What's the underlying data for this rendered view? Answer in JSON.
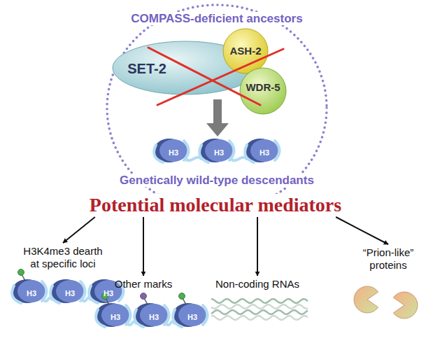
{
  "diagram": {
    "nodes": [
      {
        "text": [
          "COMPASS-deficient ancestors",
          "Genetically wild-type descendants"
        ]
      },
      {
        "text": [
          "SET-2"
        ],
        "in": 0
      },
      {
        "text": [
          "ASH-2"
        ],
        "in": 0
      },
      {
        "text": [
          "WDR-5"
        ],
        "in": 0
      },
      {
        "text": [
          "Potential molecular mediators"
        ]
      },
      {
        "text": [
          "H3K4me3 dearth at specific loci"
        ]
      },
      {
        "text": [
          "Other marks"
        ]
      },
      {
        "text": [
          "Non-coding RNAs"
        ]
      },
      {
        "text": [
          "“Prion-like” proteins"
        ]
      }
    ],
    "edges": [
      {
        "from": 4,
        "to": 5,
        "arrow": "to"
      },
      {
        "from": 4,
        "to": 6,
        "arrow": "to"
      },
      {
        "from": 4,
        "to": 7,
        "arrow": "to"
      },
      {
        "from": 4,
        "to": 8,
        "arrow": "to"
      }
    ],
    "labels": [
      "H3",
      "H3",
      "H3",
      "H3",
      "H3",
      "H3",
      "H3",
      "H3",
      "H3"
    ]
  }
}
